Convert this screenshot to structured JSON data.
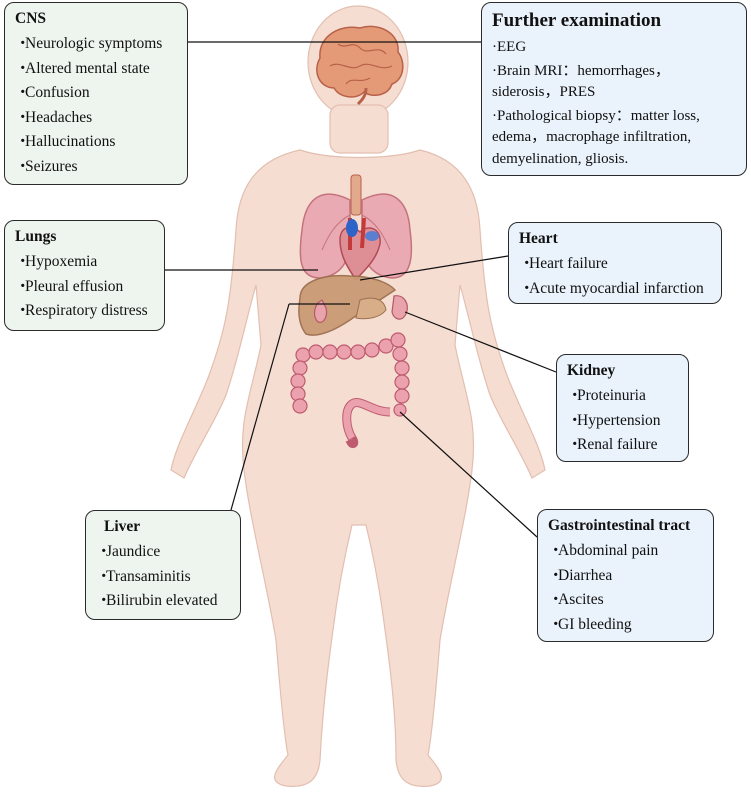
{
  "colors": {
    "green_box": "#eef5ee",
    "blue_box": "#eaf2fb",
    "skin": "#f6ddd2",
    "organ": "#e79aa6",
    "liver": "#c99a74",
    "brain": "#e49a76"
  },
  "bullet": "・",
  "cns": {
    "title": "CNS",
    "items": [
      "Neurologic symptoms",
      "Altered mental state",
      "Confusion",
      "Headaches",
      "Hallucinations",
      "Seizures"
    ]
  },
  "further_examination": {
    "title": "Further examination",
    "items": [
      "·EEG",
      "·Brain MRI：hemorrhages， siderosis，PRES",
      "·Pathological biopsy：matter loss, edema，macrophage infiltration, demyelination, gliosis."
    ]
  },
  "lungs": {
    "title": "Lungs",
    "items": [
      "Hypoxemia",
      "Pleural effusion",
      "Respiratory distress"
    ]
  },
  "heart": {
    "title": "Heart",
    "items": [
      "Heart failure",
      "Acute myocardial infarction"
    ]
  },
  "kidney": {
    "title": "Kidney",
    "items": [
      "Proteinuria",
      "Hypertension",
      "Renal failure"
    ]
  },
  "liver": {
    "title": "Liver",
    "items": [
      "Jaundice",
      "Transaminitis",
      "Bilirubin elevated"
    ]
  },
  "gi": {
    "title": "Gastrointestinal tract",
    "items": [
      "Abdominal pain",
      "Diarrhea",
      "Ascites",
      "GI bleeding"
    ]
  }
}
